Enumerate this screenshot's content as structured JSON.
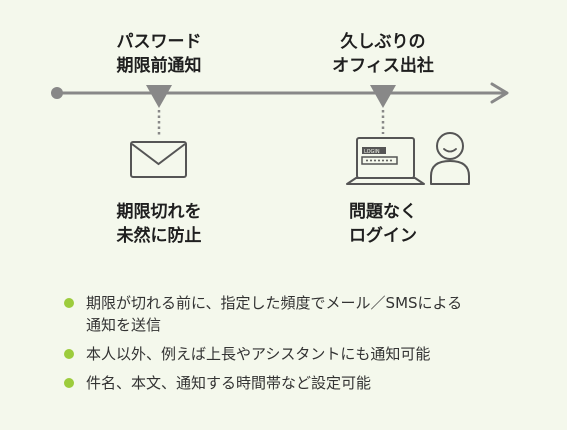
{
  "timeline": {
    "event1": {
      "line1": "パスワード",
      "line2": "期限前通知"
    },
    "event2": {
      "line1": "久しぶりの",
      "line2": "オフィス出社"
    }
  },
  "results": {
    "result1": {
      "line1": "期限切れを",
      "line2": "未然に防止"
    },
    "result2": {
      "line1": "問題なく",
      "line2": "ログイン"
    }
  },
  "laptop": {
    "screen_text": "LOGIN"
  },
  "bullets": [
    {
      "line1": "期限が切れる前に、指定した頻度でメール／SMSによる",
      "line2": "通知を送信"
    },
    {
      "line1": "本人以外、例えば上長やアシスタントにも通知可能",
      "line2": ""
    },
    {
      "line1": "件名、本文、通知する時間帯など設定可能",
      "line2": ""
    }
  ],
  "colors": {
    "background": "#f4f8ec",
    "line": "#888888",
    "bullet": "#9ccc3c",
    "icon_stroke": "#555555"
  },
  "icons": [
    "envelope-icon",
    "laptop-icon",
    "person-icon"
  ]
}
